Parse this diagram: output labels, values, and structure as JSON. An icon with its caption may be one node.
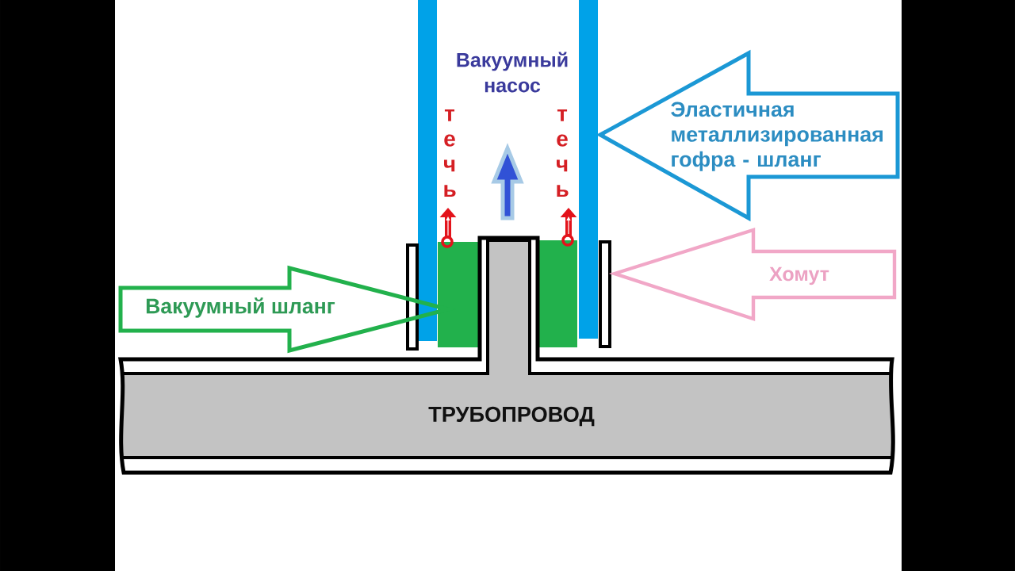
{
  "diagram": {
    "nodes": [
      {
        "text": [
          "Эластичная металлизированная гофра - шланг"
        ]
      },
      {
        "text": [
          "Хомут"
        ]
      },
      {
        "text": [
          "Вакуумный шланг"
        ]
      },
      {
        "text": [
          "ТРУБОПРОВОД"
        ]
      }
    ],
    "labels": [
      "Вакуумный насос",
      "течь",
      "течь"
    ]
  }
}
